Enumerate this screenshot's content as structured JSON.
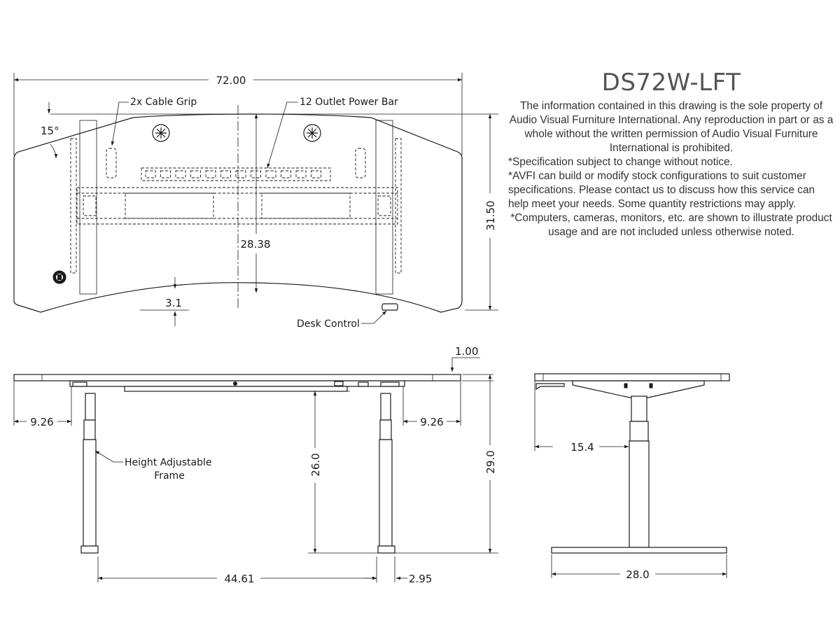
{
  "title_block": {
    "model": "DS72W-LFT",
    "ownership_notice": "The information contained in this drawing is the sole property of Audio Visual Furniture International. Any reproduction in part or as a whole without the written permission of Audio Visual Furniture International is prohibited.",
    "notes": [
      "*Specification subject to change without notice.",
      "*AVFI can build or modify stock configurations to suit customer specifications. Please contact us to discuss how this service can help meet your needs. Some quantity restrictions may apply.",
      "*Computers, cameras, monitors, etc. are shown to illustrate product usage and are not included unless otherwise noted."
    ]
  },
  "top_view": {
    "dims": {
      "width": "72.00",
      "depth": "31.50",
      "inner_depth": "28.38",
      "curve": "3.1",
      "angle": "15°"
    },
    "labels": {
      "cable_grip": "2x Cable Grip",
      "power_bar": "12 Outlet Power Bar",
      "desk_control": "Desk Control"
    }
  },
  "front_view": {
    "dims": {
      "top_thickness": "1.00",
      "left_overhang": "9.26",
      "right_overhang": "9.26",
      "leg_height": "26.0",
      "total_height": "29.0",
      "leg_spacing": "44.61",
      "foot_width": "2.95"
    },
    "labels": {
      "frame_line1": "Height Adjustable",
      "frame_line2": "Frame"
    }
  },
  "side_view": {
    "dims": {
      "overhang": "15.4",
      "foot_length": "28.0"
    }
  }
}
